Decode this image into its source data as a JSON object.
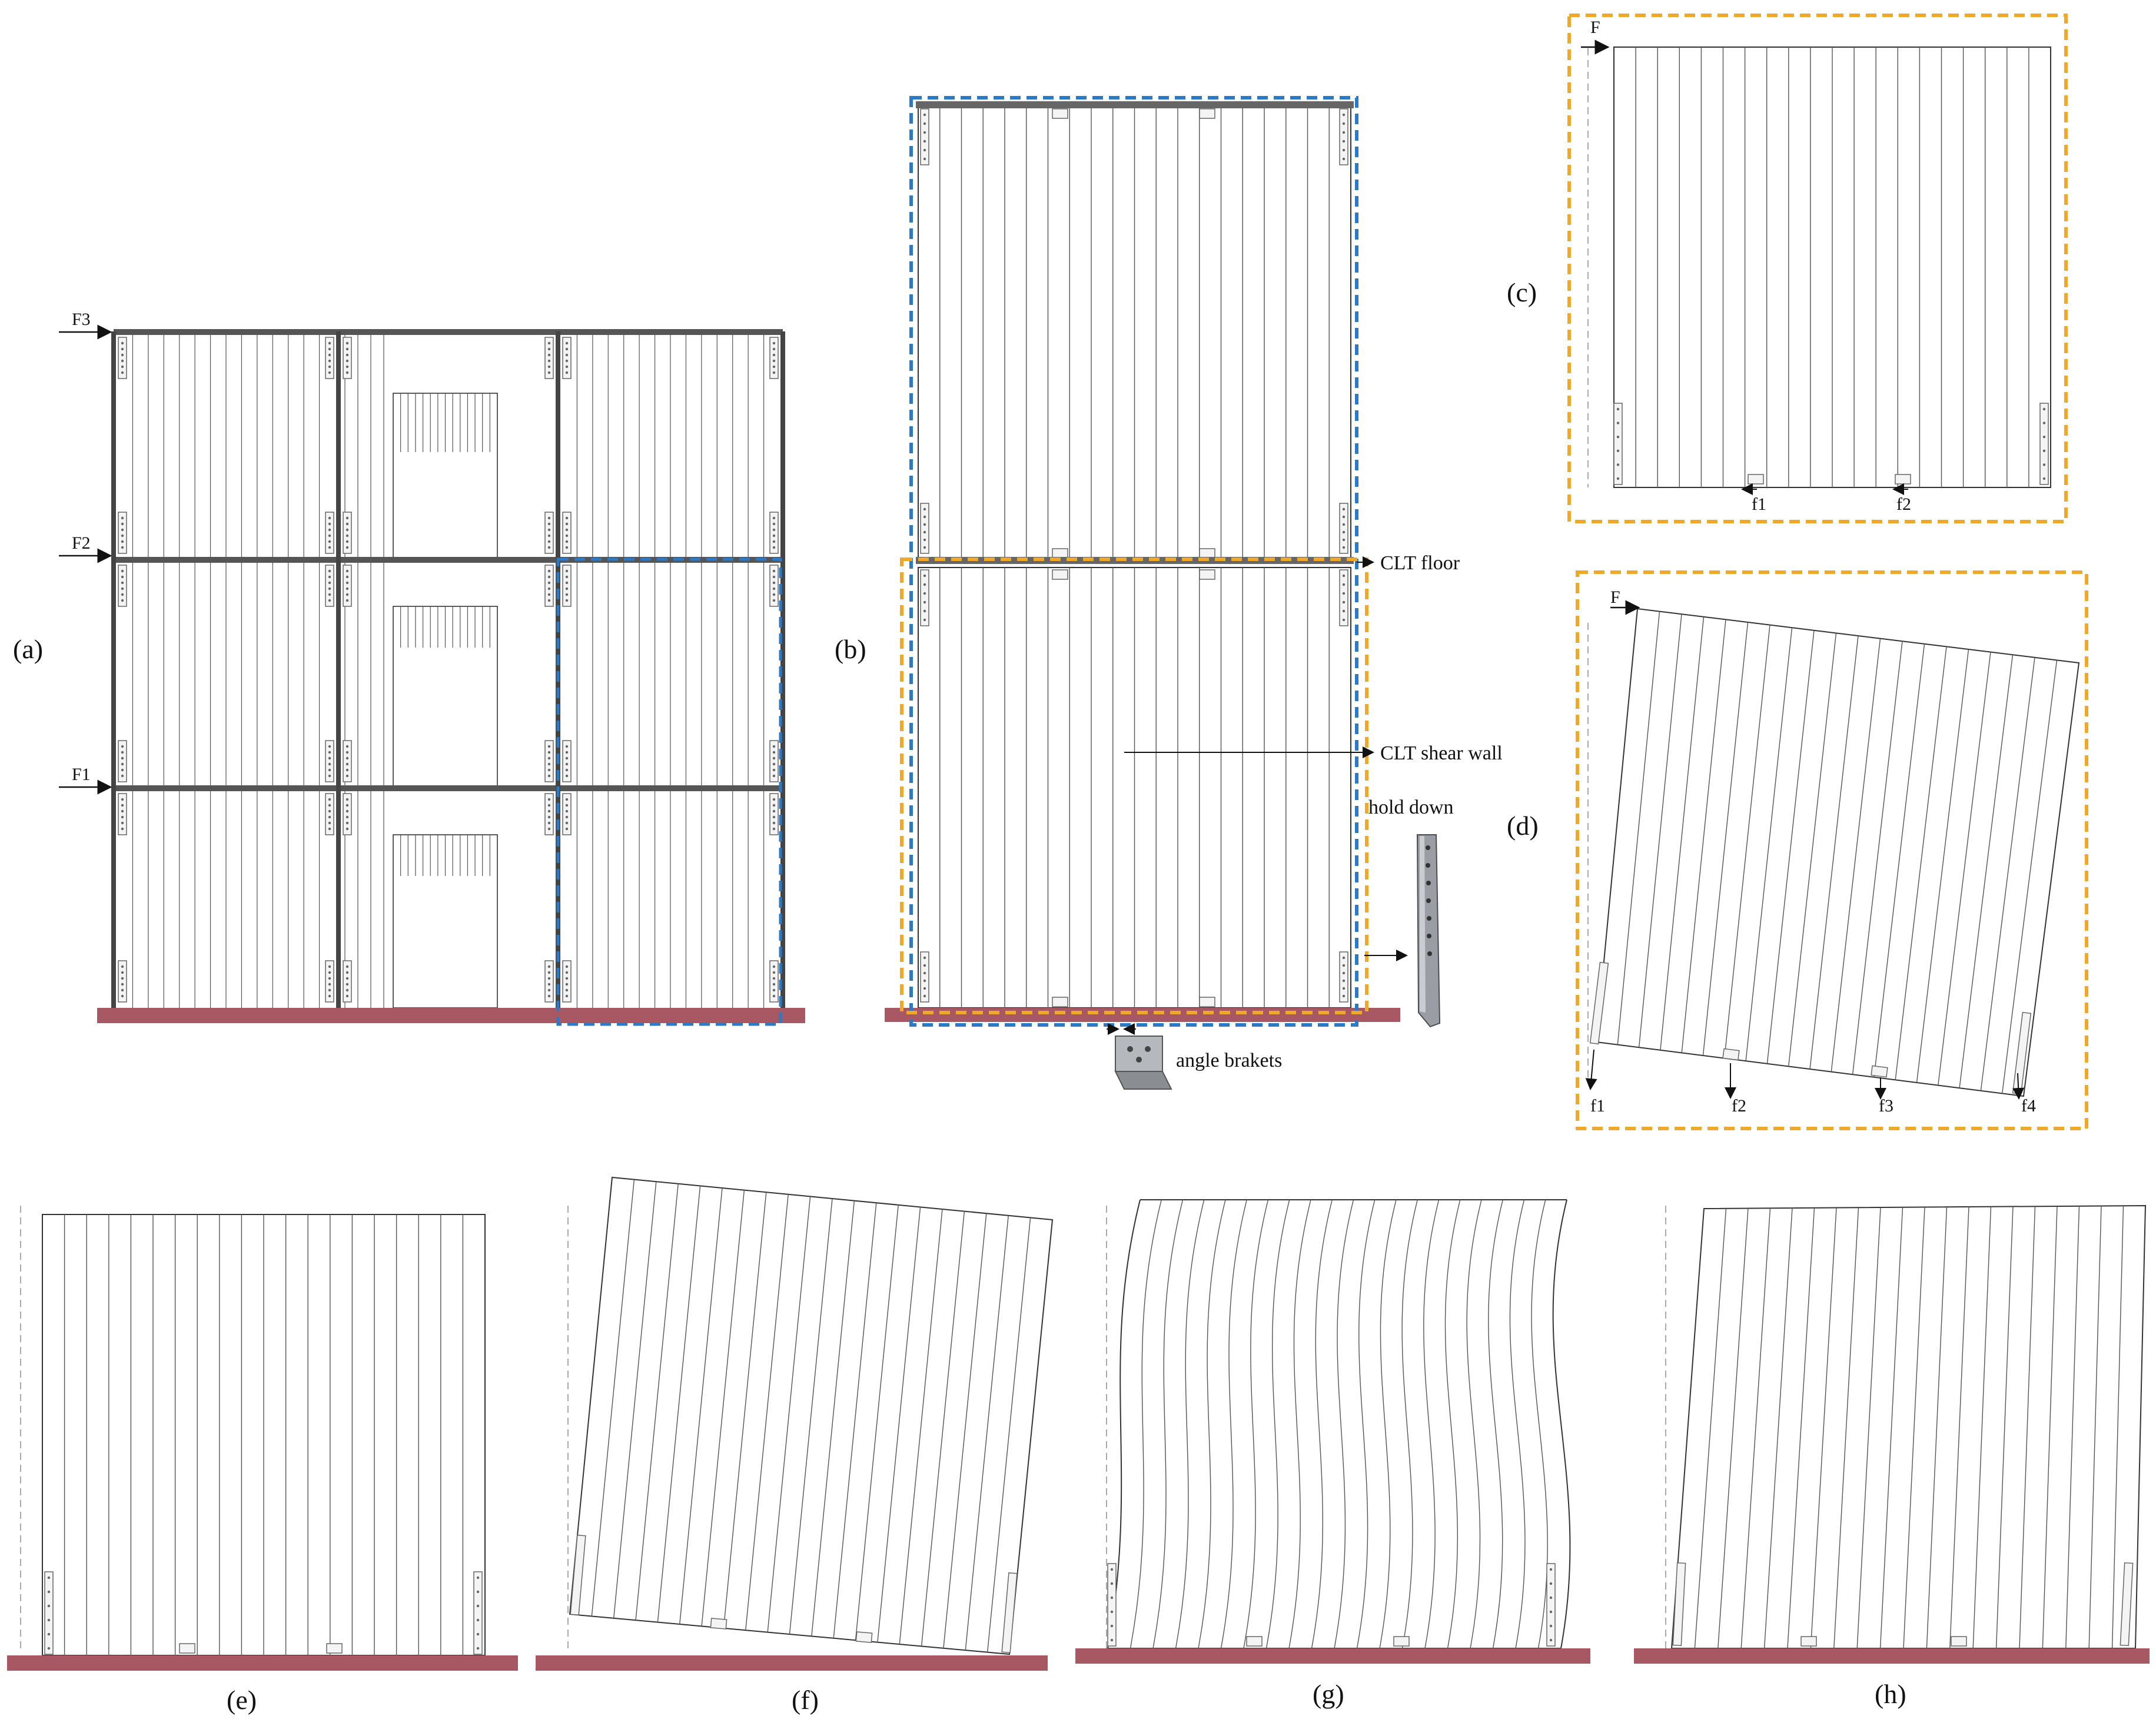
{
  "panels": {
    "a": {
      "label": "(a)",
      "forces": [
        "F3",
        "F2",
        "F1"
      ]
    },
    "b": {
      "label": "(b)",
      "callouts": {
        "floor": "CLT floor",
        "wall": "CLT shear wall",
        "hold_down": "hold down",
        "angle": "angle brakets"
      }
    },
    "c": {
      "label": "(c)",
      "force": "F",
      "reactions": [
        "f1",
        "f2"
      ]
    },
    "d": {
      "label": "(d)",
      "force": "F",
      "reactions": [
        "f1",
        "f2",
        "f3",
        "f4"
      ]
    },
    "e": {
      "label": "(e)"
    },
    "f": {
      "label": "(f)"
    },
    "g": {
      "label": "(g)"
    },
    "h": {
      "label": "(h)"
    }
  },
  "colors": {
    "foundation": "#a85862",
    "blue_dash": "#2a7ac8",
    "orange_dash": "#f0a82a",
    "line": "#555555",
    "frame": "#333333"
  }
}
